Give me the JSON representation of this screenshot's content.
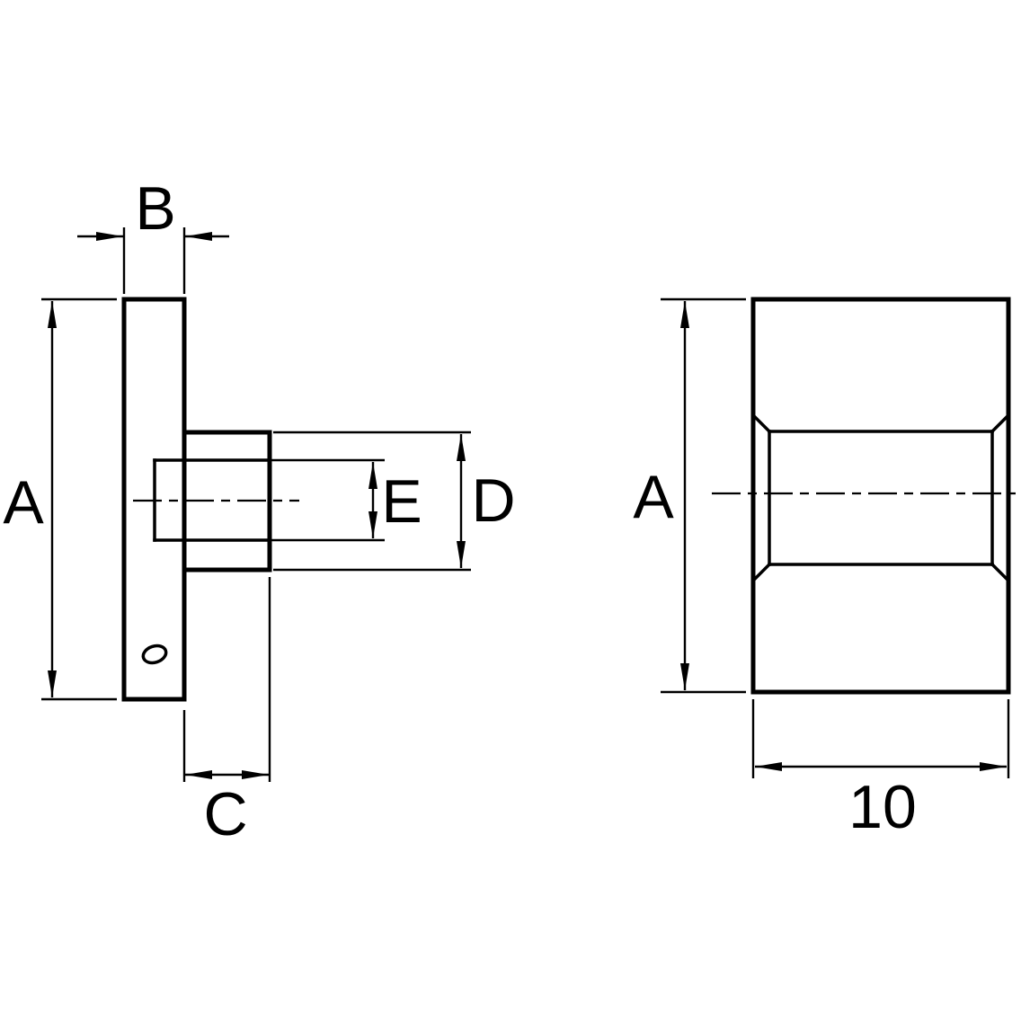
{
  "drawing": {
    "type": "technical-drawing",
    "colors": {
      "line": "#000000",
      "background": "#ffffff"
    },
    "side_view": {
      "dimensions": {
        "height_label": "A",
        "plate_thickness_label": "B",
        "boss_length_label": "C",
        "boss_diameter_label": "D",
        "bore_diameter_label": "E"
      }
    },
    "front_view": {
      "dimensions": {
        "height_label": "A",
        "width_label": "10"
      }
    }
  }
}
